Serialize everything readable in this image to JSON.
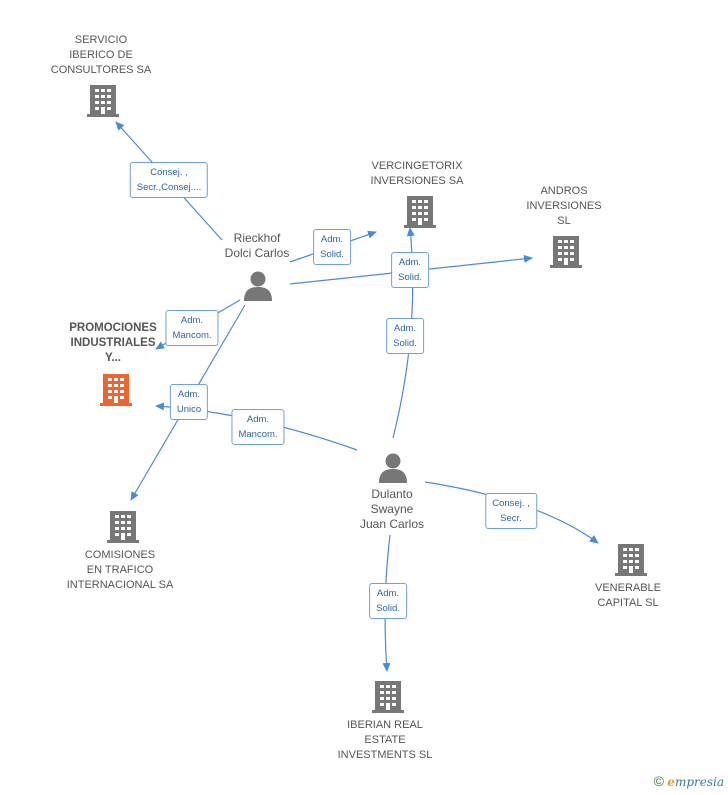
{
  "colors": {
    "building": "#777777",
    "focus_building": "#f0622e",
    "person": "#777777",
    "edge": "#4a8ad6",
    "edge_label_border": "#6fa0d8",
    "edge_label_text": "#2a63a8"
  },
  "nodes": {
    "servicio": {
      "lines": [
        "SERVICIO",
        "IBERICO DE",
        "CONSULTORES SA"
      ],
      "icon": "building-icon"
    },
    "vercingetorix": {
      "lines": [
        "VERCINGETORIX",
        "INVERSIONES SA"
      ],
      "icon": "building-icon"
    },
    "andros": {
      "lines": [
        "ANDROS",
        "INVERSIONES",
        "SL"
      ],
      "icon": "building-icon"
    },
    "promociones": {
      "lines": [
        "PROMOCIONES",
        "INDUSTRIALES",
        "Y..."
      ],
      "icon": "building-icon"
    },
    "comisiones": {
      "lines": [
        "COMISIONES",
        "EN TRAFICO",
        "INTERNACIONAL SA"
      ],
      "icon": "building-icon"
    },
    "venerable": {
      "lines": [
        "VENERABLE",
        "CAPITAL SL"
      ],
      "icon": "building-icon"
    },
    "iberian": {
      "lines": [
        "IBERIAN REAL",
        "ESTATE",
        "INVESTMENTS SL"
      ],
      "icon": "building-icon"
    },
    "rieckhof": {
      "lines": [
        "Rieckhof",
        "Dolci Carlos"
      ],
      "icon": "person-icon"
    },
    "dulanto": {
      "lines": [
        "Dulanto",
        "Swayne",
        "Juan Carlos"
      ],
      "icon": "person-icon"
    }
  },
  "edges": {
    "rieckhof_servicio": [
      "Consej. ,",
      "Secr.,Consej...."
    ],
    "rieckhof_vercingetorix": [
      "Adm.",
      "Solid."
    ],
    "rieckhof_andros": [
      "Adm.",
      "Solid."
    ],
    "rieckhof_promociones": [
      "Adm.",
      "Mancom."
    ],
    "rieckhof_comisiones": [
      "Adm.",
      "Unico"
    ],
    "dulanto_promociones": [
      "Adm.",
      "Mancom."
    ],
    "dulanto_vercingetorix": [
      "Adm.",
      "Solid."
    ],
    "dulanto_venerable": [
      "Consej. ,",
      "Secr."
    ],
    "dulanto_iberian": [
      "Adm.",
      "Solid."
    ]
  },
  "footer": {
    "copyright": "©",
    "brand_e": "e",
    "brand_rest": "mpresia"
  }
}
